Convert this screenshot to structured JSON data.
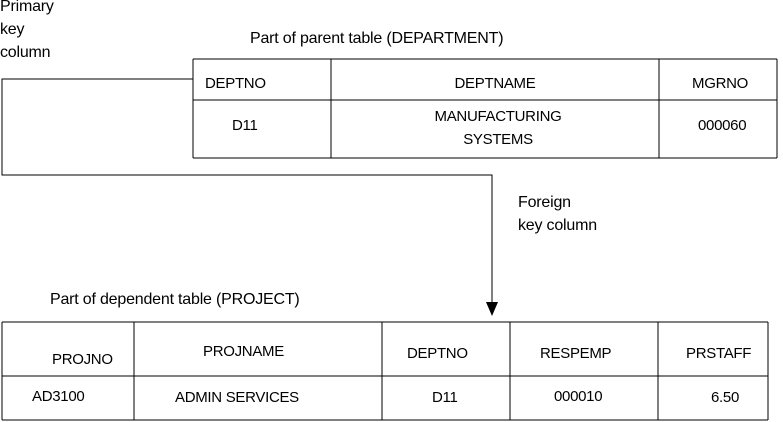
{
  "labels": {
    "primary_key": [
      "Primary",
      "key",
      "column"
    ],
    "parent_caption": "Part of parent table (DEPARTMENT)",
    "foreign_key": [
      "Foreign",
      "key column"
    ],
    "dependent_caption": "Part of dependent table (PROJECT)"
  },
  "department": {
    "headers": [
      "DEPTNO",
      "DEPTNAME",
      "MGRNO"
    ],
    "row": [
      "D11",
      "MANUFACTURING",
      "SYSTEMS",
      "000060"
    ]
  },
  "project": {
    "headers": [
      "PROJNO",
      "PROJNAME",
      "DEPTNO",
      "RESPEMP",
      "PRSTAFF"
    ],
    "row": [
      "AD3100",
      "ADMIN SERVICES",
      "D11",
      "000010",
      "6.50"
    ]
  }
}
